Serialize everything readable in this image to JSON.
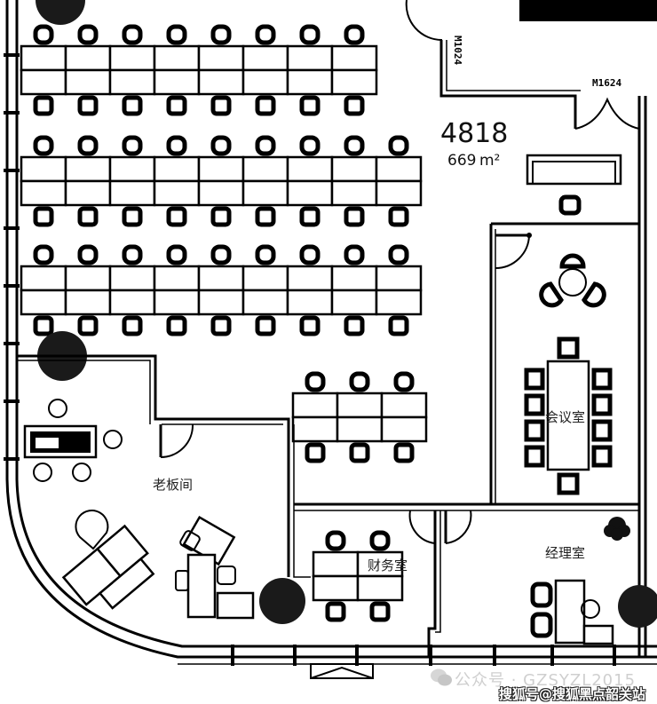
{
  "plan": {
    "unit_number": "4818",
    "area_value": "669",
    "area_unit": "m²",
    "door_tags": [
      "M1024",
      "M1624"
    ],
    "rooms": {
      "boss_office": "老板间",
      "meeting_room": "会议室",
      "finance_room": "财务室",
      "manager_room": "经理室"
    },
    "open_office": {
      "rows": [
        {
          "desk_columns": 8
        },
        {
          "desk_columns": 9
        },
        {
          "desk_columns": 9
        }
      ],
      "small_cluster_columns": 3
    }
  },
  "watermark": {
    "line1": "公众号 · GZSYZL2015",
    "line2": "搜狐号@搜狐黑点韶关站",
    "icon": "wechat-icon"
  },
  "colors": {
    "wall": "#000000",
    "pillar": "#1a1a1a",
    "watermark": "#cfcfcf"
  }
}
